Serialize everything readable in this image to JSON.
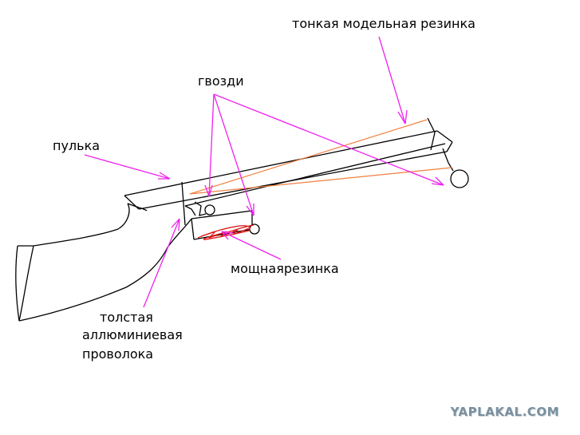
{
  "labels": {
    "thin_band": "тонкая модельная резинка",
    "nails": "гвозди",
    "pellet": "пулька",
    "strong_band": "мощнаярезинка",
    "wire_line1": "толстая",
    "wire_line2": "аллюминиевая",
    "wire_line3": "проволока"
  },
  "watermark": "YAPLAKAL.COM",
  "colors": {
    "annotation_arrow": "#ee22ee",
    "thin_band": "#f08040",
    "strong_band": "#e01010",
    "outline": "#000000",
    "watermark": "#7a8f9e"
  }
}
